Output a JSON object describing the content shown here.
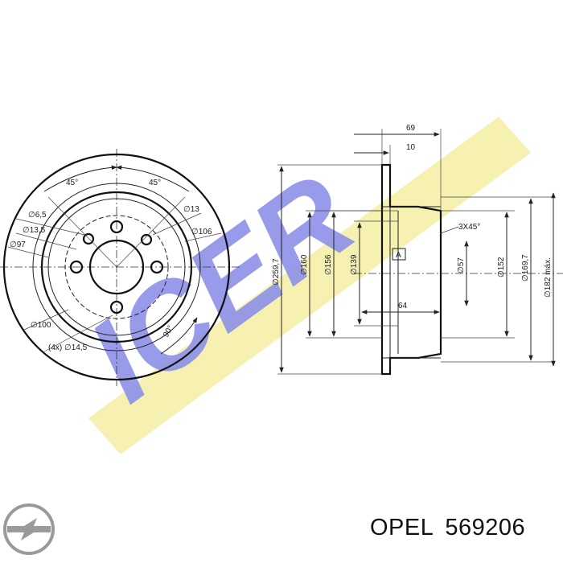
{
  "brand_watermark": "ICER",
  "caption": {
    "make": "OPEL",
    "part_number": "569206"
  },
  "logo": {
    "icon": "opel-logo-icon",
    "color": "#9a9a9a"
  },
  "colors": {
    "watermark_yellow": "#f6f0a8",
    "watermark_blue": "#8c91e8"
  },
  "front_view": {
    "angle_a": "45°",
    "angle_b": "45°",
    "angle_c": "90°",
    "d_6_5": "∅6,5",
    "d_13_5": "∅13,5",
    "d_97": "∅97",
    "d_13": "∅13",
    "d_106": "∅106",
    "d_100": "∅100",
    "holes": "(4x) ∅14,5"
  },
  "side_view": {
    "w_69": "69",
    "w_10": "10",
    "w_64": "64",
    "chamfer": "3X45°",
    "datum": "A",
    "d_259_7": "∅259,7",
    "d_160": "∅160",
    "d_156": "∅156",
    "d_139": "∅139",
    "d_57": "∅57",
    "d_152": "∅152",
    "d_169_7": "∅169,7",
    "d_182": "∅182 máx."
  }
}
